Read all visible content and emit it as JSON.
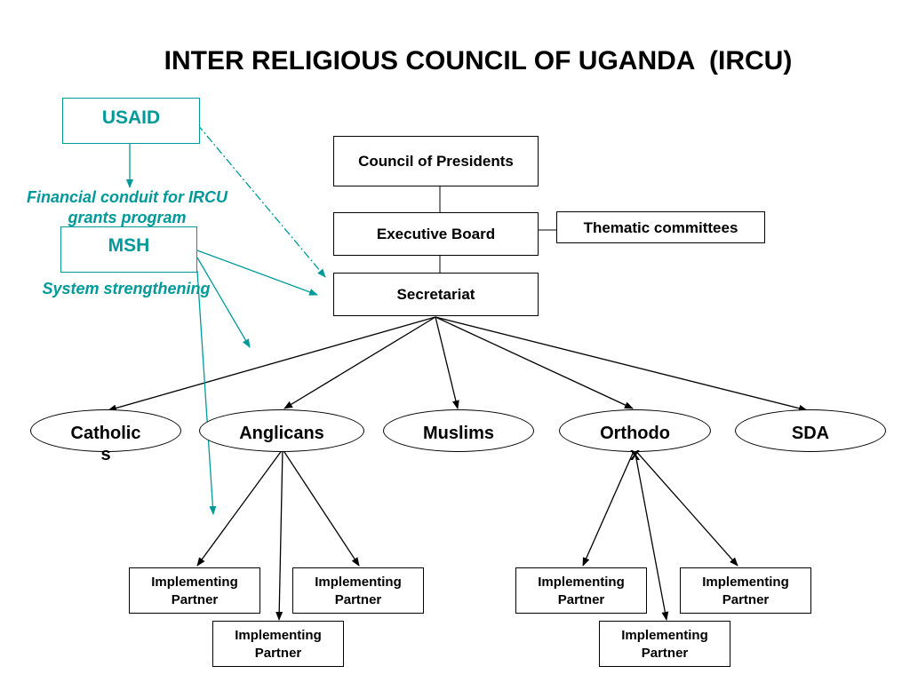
{
  "title": "INTER RELIGIOUS COUNCIL OF UGANDA  (IRCU)",
  "funders": {
    "usaid": "USAID",
    "msh": "MSH",
    "financial_note_line1": "Financial conduit for IRCU",
    "financial_note_line2": "grants program",
    "system_note": "System strengthening"
  },
  "governance": {
    "council": "Council of Presidents",
    "executive_board": "Executive Board",
    "thematic_committees": "Thematic committees",
    "secretariat": "Secretariat"
  },
  "faiths": [
    {
      "line1": "Catholic",
      "line2": "s"
    },
    {
      "line1": "Anglicans",
      "line2": ""
    },
    {
      "line1": "Muslims",
      "line2": ""
    },
    {
      "line1": "Orthodo",
      "line2": "x"
    },
    {
      "line1": "SDA",
      "line2": ""
    }
  ],
  "partners": [
    {
      "line1": "Implementing",
      "line2": "Partner"
    },
    {
      "line1": "Implementing",
      "line2": "Partner"
    },
    {
      "line1": "Implementing",
      "line2": "Partner"
    },
    {
      "line1": "Implementing",
      "line2": "Partner"
    },
    {
      "line1": "Implementing",
      "line2": "Partner"
    },
    {
      "line1": "Implementing",
      "line2": "Partner"
    }
  ],
  "colors": {
    "accent": "#009999",
    "line": "#000000"
  }
}
